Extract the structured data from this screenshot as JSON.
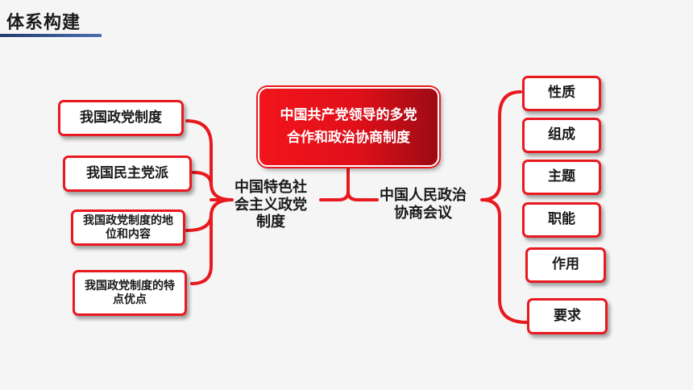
{
  "header": {
    "title": "体系构建"
  },
  "center": {
    "text": "中国共产党领导的多党合作和政治协商制度"
  },
  "left_hub": {
    "text": "中国特色社会主义政党制度"
  },
  "right_hub": {
    "text": "中国人民政治协商会议"
  },
  "left_items": [
    {
      "text": "我国政党制度"
    },
    {
      "text": "我国民主党派"
    },
    {
      "text": "我国政党制度的地位和内容"
    },
    {
      "text": "我国政党制度的特点优点"
    }
  ],
  "right_items": [
    {
      "text": "性质"
    },
    {
      "text": "组成"
    },
    {
      "text": "主题"
    },
    {
      "text": "职能"
    },
    {
      "text": "作用"
    },
    {
      "text": "要求"
    }
  ],
  "colors": {
    "accent": "#e8191f",
    "title_bar": "#1f3a6e"
  }
}
